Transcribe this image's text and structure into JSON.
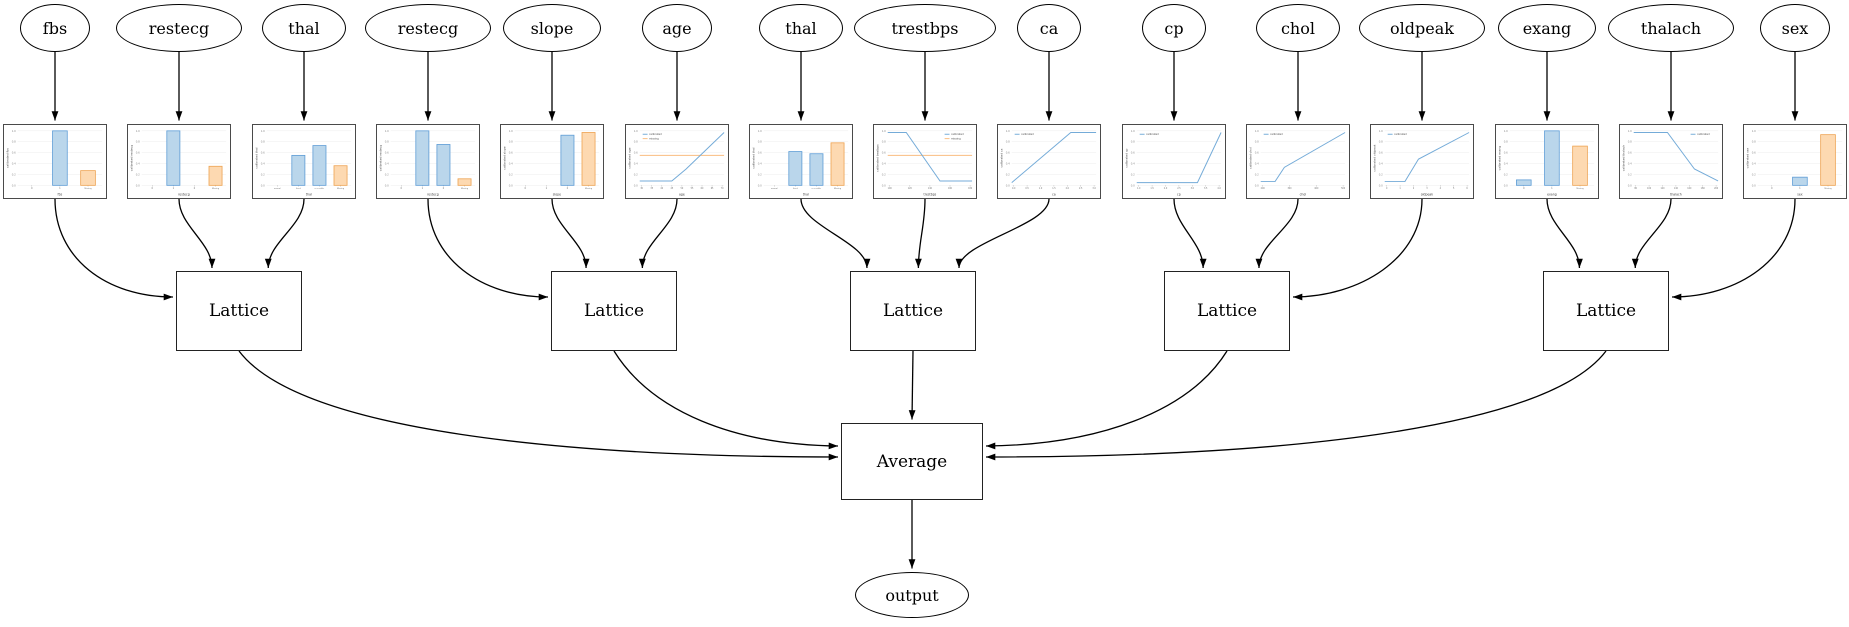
{
  "diagram": {
    "description": "Calibrated lattice ensemble model graph: input features feed calibrator charts, grouped into Lattice nodes, averaged to output",
    "input_nodes": [
      {
        "label": "fbs"
      },
      {
        "label": "restecg"
      },
      {
        "label": "thal"
      },
      {
        "label": "restecg"
      },
      {
        "label": "slope"
      },
      {
        "label": "age"
      },
      {
        "label": "thal"
      },
      {
        "label": "trestbps"
      },
      {
        "label": "ca"
      },
      {
        "label": "cp"
      },
      {
        "label": "chol"
      },
      {
        "label": "oldpeak"
      },
      {
        "label": "exang"
      },
      {
        "label": "thalach"
      },
      {
        "label": "sex"
      }
    ],
    "shared_yticks": [
      "0.0",
      "0.2",
      "0.4",
      "0.6",
      "0.8",
      "1.0"
    ],
    "calibrator_charts": [
      {
        "type": "bar",
        "feature": "fbs",
        "ylabel": "calibrated fbs",
        "xlabel": "fbs",
        "categories": [
          "0",
          "1",
          "Missing"
        ],
        "bars": [
          {
            "category": "1",
            "value": 1.0,
            "color": "blue"
          },
          {
            "category": "Missing",
            "value": 0.27,
            "color": "orange"
          }
        ]
      },
      {
        "type": "bar",
        "feature": "restecg",
        "ylabel": "calibrated restecg",
        "xlabel": "restecg",
        "categories": [
          "0",
          "1",
          "2",
          "Missing"
        ],
        "bars": [
          {
            "category": "1",
            "value": 1.0,
            "color": "blue"
          },
          {
            "category": "Missing",
            "value": 0.35,
            "color": "orange"
          }
        ]
      },
      {
        "type": "bar",
        "feature": "thal",
        "ylabel": "calibrated thal",
        "xlabel": "thal",
        "categories": [
          "normal",
          "fixed",
          "reversible",
          "Missing"
        ],
        "bars": [
          {
            "category": "fixed",
            "value": 0.55,
            "color": "blue"
          },
          {
            "category": "reversible",
            "value": 0.73,
            "color": "blue"
          },
          {
            "category": "Missing",
            "value": 0.36,
            "color": "orange"
          }
        ]
      },
      {
        "type": "bar",
        "feature": "restecg",
        "ylabel": "calibrated restecg",
        "xlabel": "restecg",
        "categories": [
          "0",
          "1",
          "2",
          "Missing"
        ],
        "bars": [
          {
            "category": "1",
            "value": 1.0,
            "color": "blue"
          },
          {
            "category": "2",
            "value": 0.75,
            "color": "blue"
          },
          {
            "category": "Missing",
            "value": 0.12,
            "color": "orange"
          }
        ]
      },
      {
        "type": "bar",
        "feature": "slope",
        "ylabel": "calibrated slope",
        "xlabel": "slope",
        "categories": [
          "0",
          "1",
          "2",
          "Missing"
        ],
        "bars": [
          {
            "category": "2",
            "value": 0.92,
            "color": "blue"
          },
          {
            "category": "Missing",
            "value": 0.97,
            "color": "orange"
          }
        ]
      },
      {
        "type": "line",
        "feature": "age",
        "ylabel": "calibrated age",
        "xlabel": "age",
        "points": [
          [
            0,
            0.08
          ],
          [
            0.38,
            0.08
          ],
          [
            0.55,
            0.3
          ],
          [
            1,
            0.97
          ]
        ],
        "missing_line": 0.55,
        "legend": {
          "position": "nw",
          "entries": [
            "calibrated",
            "missing"
          ]
        },
        "xticks": [
          "30",
          "35",
          "40",
          "45",
          "50",
          "55",
          "60",
          "65",
          "70"
        ]
      },
      {
        "type": "bar",
        "feature": "thal",
        "ylabel": "calibrated thal",
        "xlabel": "thal",
        "categories": [
          "normal",
          "fixed",
          "reversible",
          "Missing"
        ],
        "bars": [
          {
            "category": "fixed",
            "value": 0.62,
            "color": "blue"
          },
          {
            "category": "reversible",
            "value": 0.58,
            "color": "blue"
          },
          {
            "category": "Missing",
            "value": 0.78,
            "color": "orange"
          }
        ]
      },
      {
        "type": "line",
        "feature": "trestbps",
        "ylabel": "calibrated trestbps",
        "xlabel": "trestbps",
        "points": [
          [
            0,
            0.97
          ],
          [
            0.22,
            0.97
          ],
          [
            0.62,
            0.08
          ],
          [
            1,
            0.08
          ]
        ],
        "missing_line": 0.55,
        "legend": {
          "position": "ne",
          "entries": [
            "calibrated",
            "missing"
          ]
        },
        "xticks": [
          "100",
          "120",
          "140",
          "160",
          "180"
        ]
      },
      {
        "type": "line",
        "feature": "ca",
        "ylabel": "calibrated ca",
        "xlabel": "ca",
        "points": [
          [
            0,
            0.05
          ],
          [
            0.7,
            0.97
          ],
          [
            1,
            0.97
          ]
        ],
        "missing_line": null,
        "legend": {
          "position": "nw",
          "entries": [
            "calibrated"
          ]
        },
        "xticks": [
          "0.0",
          "0.5",
          "1.0",
          "1.5",
          "2.0",
          "2.5",
          "3.0"
        ]
      },
      {
        "type": "line",
        "feature": "cp",
        "ylabel": "calibrated cp",
        "xlabel": "cp",
        "points": [
          [
            0,
            0.05
          ],
          [
            0.72,
            0.05
          ],
          [
            1,
            0.97
          ]
        ],
        "missing_line": null,
        "legend": {
          "position": "nw",
          "entries": [
            "calibrated"
          ]
        },
        "xticks": [
          "1.0",
          "1.5",
          "2.0",
          "2.5",
          "3.0",
          "3.5",
          "4.0"
        ]
      },
      {
        "type": "line",
        "feature": "chol",
        "ylabel": "calibrated chol",
        "xlabel": "chol",
        "points": [
          [
            0,
            0.07
          ],
          [
            0.17,
            0.07
          ],
          [
            0.28,
            0.33
          ],
          [
            1,
            0.97
          ]
        ],
        "missing_line": null,
        "legend": {
          "position": "nw",
          "entries": [
            "calibrated"
          ]
        },
        "xticks": [
          "200",
          "300",
          "400",
          "500"
        ]
      },
      {
        "type": "line",
        "feature": "oldpeak",
        "ylabel": "calibrated oldpeak",
        "xlabel": "oldpeak",
        "points": [
          [
            0,
            0.07
          ],
          [
            0.24,
            0.07
          ],
          [
            0.4,
            0.48
          ],
          [
            1,
            0.97
          ]
        ],
        "missing_line": null,
        "legend": {
          "position": "nw",
          "entries": [
            "calibrated"
          ]
        },
        "xticks": [
          "0",
          "1",
          "2",
          "3",
          "4",
          "5",
          "6"
        ]
      },
      {
        "type": "bar",
        "feature": "exang",
        "ylabel": "calibrated exang",
        "xlabel": "exang",
        "categories": [
          "0",
          "1",
          "Missing"
        ],
        "bars": [
          {
            "category": "0",
            "value": 0.1,
            "color": "blue"
          },
          {
            "category": "1",
            "value": 1.0,
            "color": "blue"
          },
          {
            "category": "Missing",
            "value": 0.72,
            "color": "orange"
          }
        ]
      },
      {
        "type": "line",
        "feature": "thalach",
        "ylabel": "calibrated thalach",
        "xlabel": "thalach",
        "points": [
          [
            0,
            0.97
          ],
          [
            0.4,
            0.97
          ],
          [
            0.72,
            0.3
          ],
          [
            1,
            0.08
          ]
        ],
        "missing_line": null,
        "legend": {
          "position": "ne",
          "entries": [
            "calibrated"
          ]
        },
        "xticks": [
          "80",
          "100",
          "120",
          "140",
          "160",
          "180",
          "200"
        ]
      },
      {
        "type": "bar",
        "feature": "sex",
        "ylabel": "calibrated sex",
        "xlabel": "sex",
        "categories": [
          "0",
          "1",
          "Missing"
        ],
        "bars": [
          {
            "category": "1",
            "value": 0.15,
            "color": "blue"
          },
          {
            "category": "Missing",
            "value": 0.93,
            "color": "orange"
          }
        ]
      }
    ],
    "lattice_nodes": [
      {
        "label": "Lattice"
      },
      {
        "label": "Lattice"
      },
      {
        "label": "Lattice"
      },
      {
        "label": "Lattice"
      },
      {
        "label": "Lattice"
      }
    ],
    "average_node": {
      "label": "Average"
    },
    "output_node": {
      "label": "output"
    },
    "connections": {
      "inputs_to_charts": [
        [
          0,
          0
        ],
        [
          1,
          1
        ],
        [
          2,
          2
        ],
        [
          3,
          3
        ],
        [
          4,
          4
        ],
        [
          5,
          5
        ],
        [
          6,
          6
        ],
        [
          7,
          7
        ],
        [
          8,
          8
        ],
        [
          9,
          9
        ],
        [
          10,
          10
        ],
        [
          11,
          11
        ],
        [
          12,
          12
        ],
        [
          13,
          13
        ],
        [
          14,
          14
        ]
      ],
      "charts_to_lattices": [
        [
          0,
          0
        ],
        [
          1,
          0
        ],
        [
          2,
          0
        ],
        [
          3,
          1
        ],
        [
          4,
          1
        ],
        [
          5,
          1
        ],
        [
          6,
          2
        ],
        [
          7,
          2
        ],
        [
          8,
          2
        ],
        [
          9,
          3
        ],
        [
          10,
          3
        ],
        [
          11,
          3
        ],
        [
          12,
          4
        ],
        [
          13,
          4
        ],
        [
          14,
          4
        ]
      ],
      "lattices_to_average": [
        0,
        1,
        2,
        3,
        4
      ],
      "average_to_output": true
    },
    "colors": {
      "bar_blue_fill": "#bad6eb",
      "bar_blue_stroke": "#5b9bd5",
      "bar_orange_fill": "#fdd9b1",
      "bar_orange_stroke": "#eda14f",
      "line_blue": "#74abd8",
      "line_orange": "#f9bd80",
      "edge": "#000000",
      "node_border": "#222222"
    }
  }
}
